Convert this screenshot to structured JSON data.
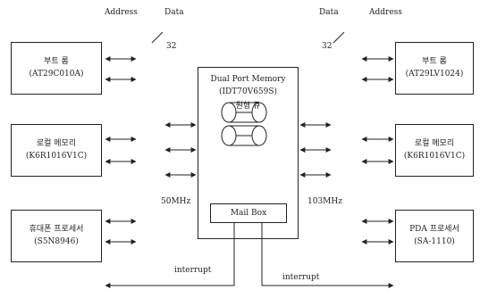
{
  "top": {
    "left_address": "Address",
    "left_data": "Data",
    "left_bus_width": "32",
    "right_data": "Data",
    "right_address": "Address",
    "right_bus_width": "32"
  },
  "left_blocks": [
    {
      "line1": "부트 롬",
      "line2": "(AT29C010A)"
    },
    {
      "line1": "로컬 메모리",
      "line2": "(K6R1016V1C)"
    },
    {
      "line1": "휴대폰 프로세서",
      "line2": "(S5N8946)"
    }
  ],
  "right_blocks": [
    {
      "line1": "부트 롬",
      "line2": "(AT29LV1024)"
    },
    {
      "line1": "로컬 메모리",
      "line2": "(K6R1016V1C)"
    },
    {
      "line1": "PDA 프로세서",
      "line2": "(SA-1110)"
    }
  ],
  "center": {
    "title1": "Dual Port Memory",
    "title2": "(IDT70V659S)",
    "ring_label": "원형 큐",
    "mailbox": "Mail Box"
  },
  "clocks": {
    "left": "50MHz",
    "right": "103MHz"
  },
  "interrupts": {
    "left": "interrupt",
    "right": "interrupt"
  }
}
